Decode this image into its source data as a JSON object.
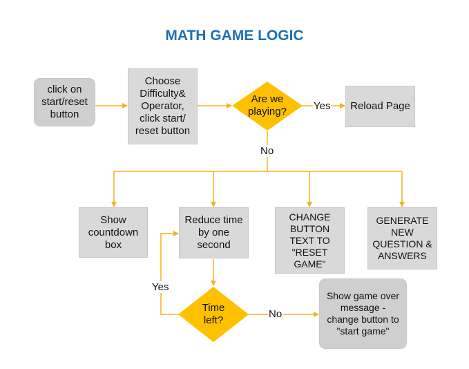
{
  "title": "MATH GAME LOGIC",
  "colors": {
    "title": "#1f6fb5",
    "connector": "#f5b21b",
    "decision_fill": "#ffc000",
    "process_fill": "#d9d9d9"
  },
  "nodes": {
    "click_start": "click on\nstart/reset\nbutton",
    "choose": "Choose\nDifficulty&\nOperator,\nclick start/\nreset button",
    "playing": "Are we\nplaying?",
    "reload": "Reload Page",
    "show_countdown": "Show\ncountdown\nbox",
    "reduce_time": "Reduce time\nby one\nsecond",
    "change_button": "CHANGE\nBUTTON\nTEXT TO\n\"RESET\nGAME\"",
    "generate": "GENERATE\nNEW\nQUESTION &\nANSWERS",
    "time_left": "Time\nleft?",
    "game_over": "Show game over\nmessage -\nchange button to\n\"start game\""
  },
  "edge_labels": {
    "playing_yes": "Yes",
    "playing_no": "No",
    "time_yes": "Yes",
    "time_no": "No"
  }
}
